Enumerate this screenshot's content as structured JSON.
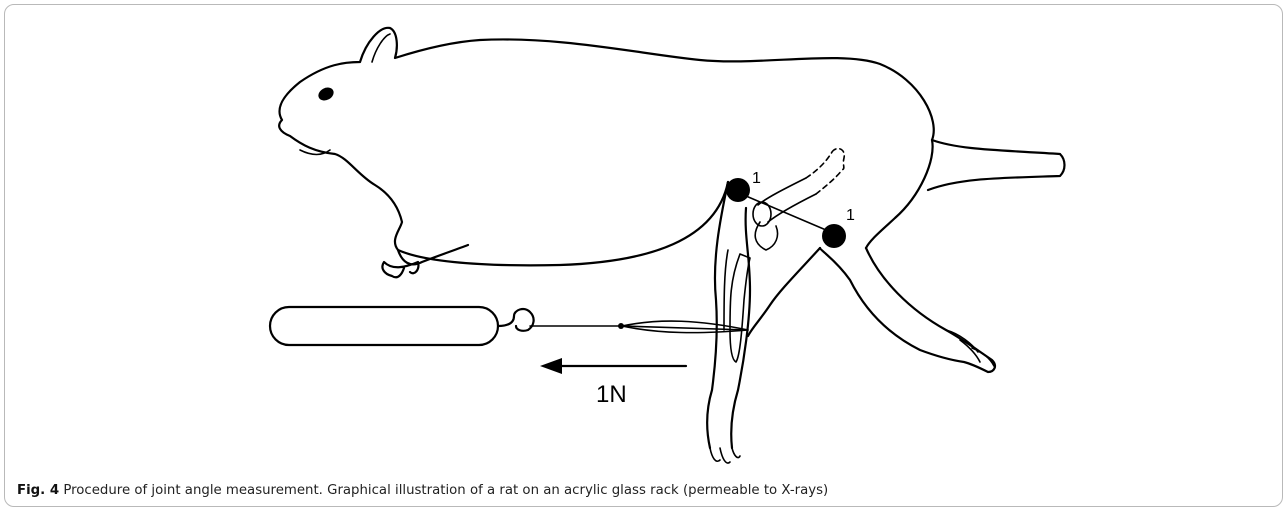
{
  "figure": {
    "marker_labels": [
      "1",
      "1"
    ],
    "force_label": "1N"
  },
  "caption": {
    "label": "Fig. 4",
    "text": "Procedure of joint angle measurement. Graphical illustration of a rat on an acrylic glass rack (permeable to X-rays)"
  },
  "colors": {
    "ink": "#000000",
    "border": "#b9b9b9",
    "caption_text": "#222222"
  }
}
